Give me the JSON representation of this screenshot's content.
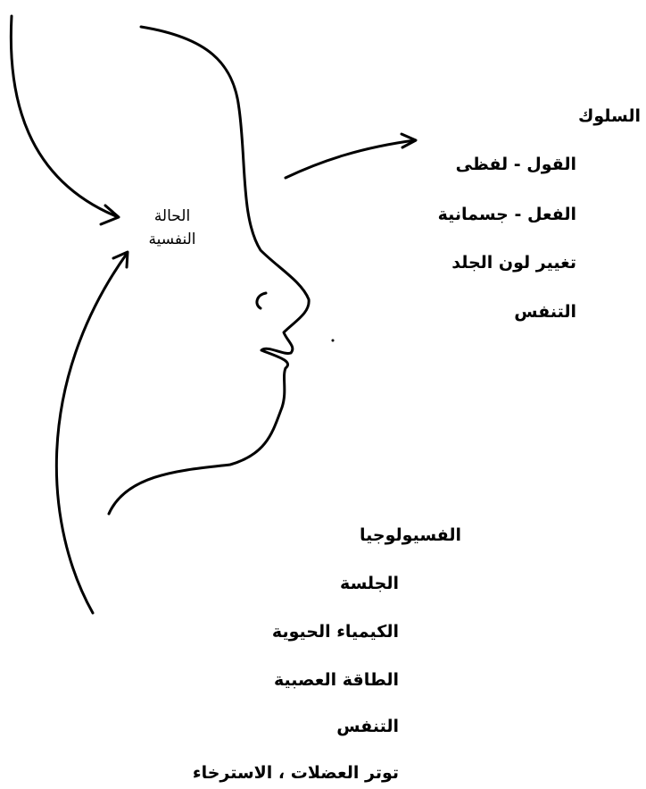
{
  "state": {
    "line1": "الحالة",
    "line2": "النفسية"
  },
  "behavior": {
    "title": "السلوك",
    "items": [
      "القول - لفظى",
      "الفعل - جسمانية",
      "تغيير لون الجلد",
      "التنفس"
    ]
  },
  "physiology": {
    "title": "الفسيولوجيا",
    "items": [
      "الجلسة",
      "الكيمياء الحيوية",
      "الطاقة العصبية",
      "التنفس",
      "توتر العضلات ، الاسترخاء"
    ]
  }
}
